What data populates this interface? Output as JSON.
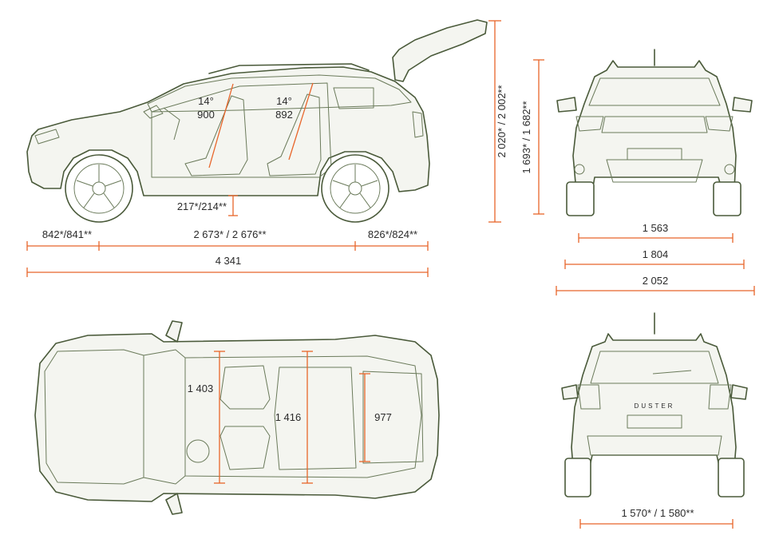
{
  "labels": {
    "front_seat_angle": "14°",
    "front_seat_height": "900",
    "rear_seat_angle": "14°",
    "rear_seat_height": "892",
    "ground_clearance": "217*/214**",
    "front_overhang": "842*/841**",
    "wheelbase": "2 673* / 2 676**",
    "rear_overhang": "826*/824**",
    "overall_length": "4 341",
    "height_open_tailgate": "2 020* / 2 002**",
    "overall_height": "1 693* / 1 682**",
    "front_track": "1 563",
    "width_body": "1 804",
    "width_mirrors": "2 052",
    "front_elbow_width": "1 403",
    "rear_elbow_width": "1 416",
    "boot_width": "977",
    "rear_track": "1 570* / 1 580**",
    "tailgate_badge": "DUSTER"
  },
  "colors": {
    "dimension": "#e8652a",
    "outline": "#4a5a3a",
    "text": "#2b2b2b"
  }
}
